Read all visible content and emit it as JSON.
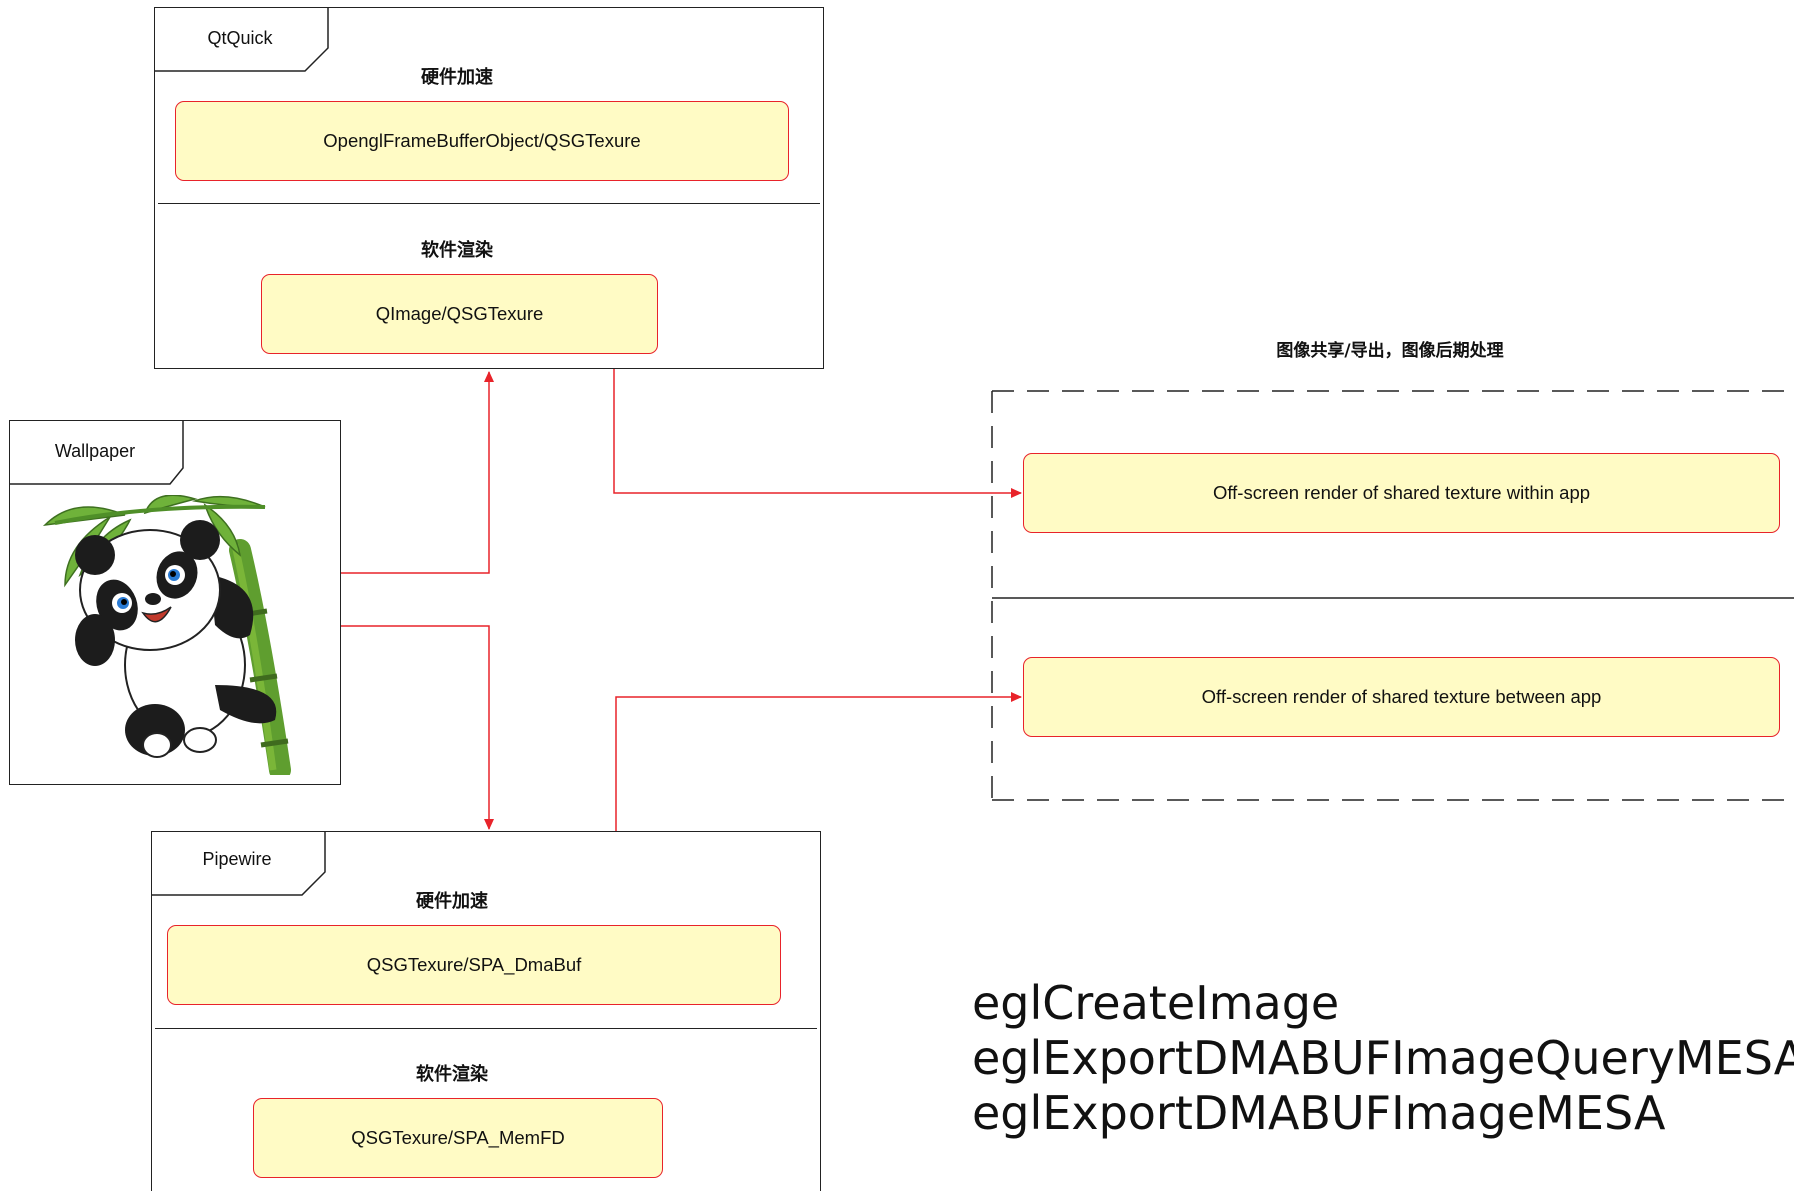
{
  "qtquick": {
    "tab_label": "QtQuick",
    "hw_title": "硬件加速",
    "hw_node": "OpenglFrameBufferObject/QSGTexure",
    "sw_title": "软件渲染",
    "sw_node": "QImage/QSGTexure"
  },
  "wallpaper": {
    "tab_label": "Wallpaper",
    "image": "panda-climbing-bamboo"
  },
  "pipewire": {
    "tab_label": "Pipewire",
    "hw_title": "硬件加速",
    "hw_node": "QSGTexure/SPA_DmaBuf",
    "sw_title": "软件渲染",
    "sw_node": "QSGTexure/SPA_MemFD"
  },
  "sharing": {
    "title": "图像共享/导出，图像后期处理",
    "within_app": "Off-screen render of shared texture within app",
    "between_app": "Off-screen render of shared texture between app"
  },
  "egl_notes": {
    "line1": "eglCreateImage",
    "line2": "eglExportDMABUFImageQueryMESA",
    "line3": "eglExportDMABUFImageMESA"
  },
  "colors": {
    "node_fill": "#fffbc5",
    "node_border": "#e8232a",
    "arrow": "#e8232a",
    "frame": "#222222"
  }
}
